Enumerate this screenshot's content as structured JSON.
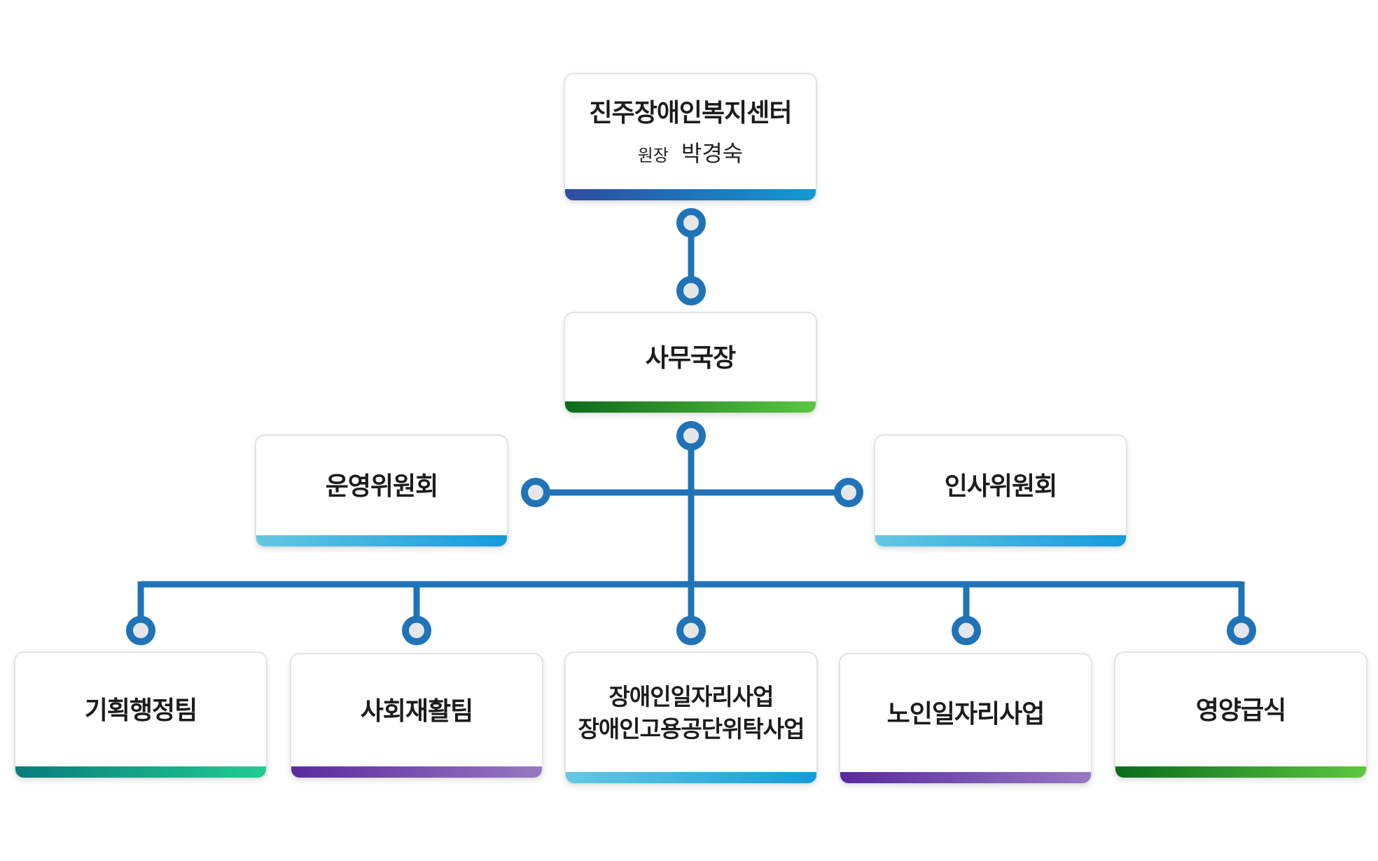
{
  "colors": {
    "line": "#1f73b7",
    "node_ring": "#1f73b7",
    "node_center": "#e4e6ea",
    "bar_blue": [
      "#2e4c9e",
      "#129ad0"
    ],
    "bar_green": [
      "#0b6b1c",
      "#5bc83f"
    ],
    "bar_light_blue": [
      "#65c8e2",
      "#139bdc"
    ],
    "bar_teal": [
      "#087c7c",
      "#22cc92"
    ],
    "bar_purple": [
      "#5a2a9e",
      "#9878c2"
    ]
  },
  "boxes": {
    "center": {
      "title": "진주장애인복지센터",
      "sub_label": "원장",
      "sub_name": "박경숙",
      "bar": "bar_blue"
    },
    "secretary": {
      "title": "사무국장",
      "bar": "bar_green"
    },
    "operating_committee": {
      "title": "운영위원회",
      "bar": "bar_light_blue"
    },
    "personnel_committee": {
      "title": "인사위원회",
      "bar": "bar_light_blue"
    },
    "planning": {
      "title": "기획행정팀",
      "bar": "bar_teal"
    },
    "rehab": {
      "title": "사회재활팀",
      "bar": "bar_purple"
    },
    "disabled_jobs": {
      "title_line1": "장애인일자리사업",
      "title_line2": "장애인고용공단위탁사업",
      "bar": "bar_light_blue"
    },
    "senior_jobs": {
      "title": "노인일자리사업",
      "bar": "bar_purple"
    },
    "meal": {
      "title": "영양급식",
      "bar": "bar_green"
    }
  }
}
